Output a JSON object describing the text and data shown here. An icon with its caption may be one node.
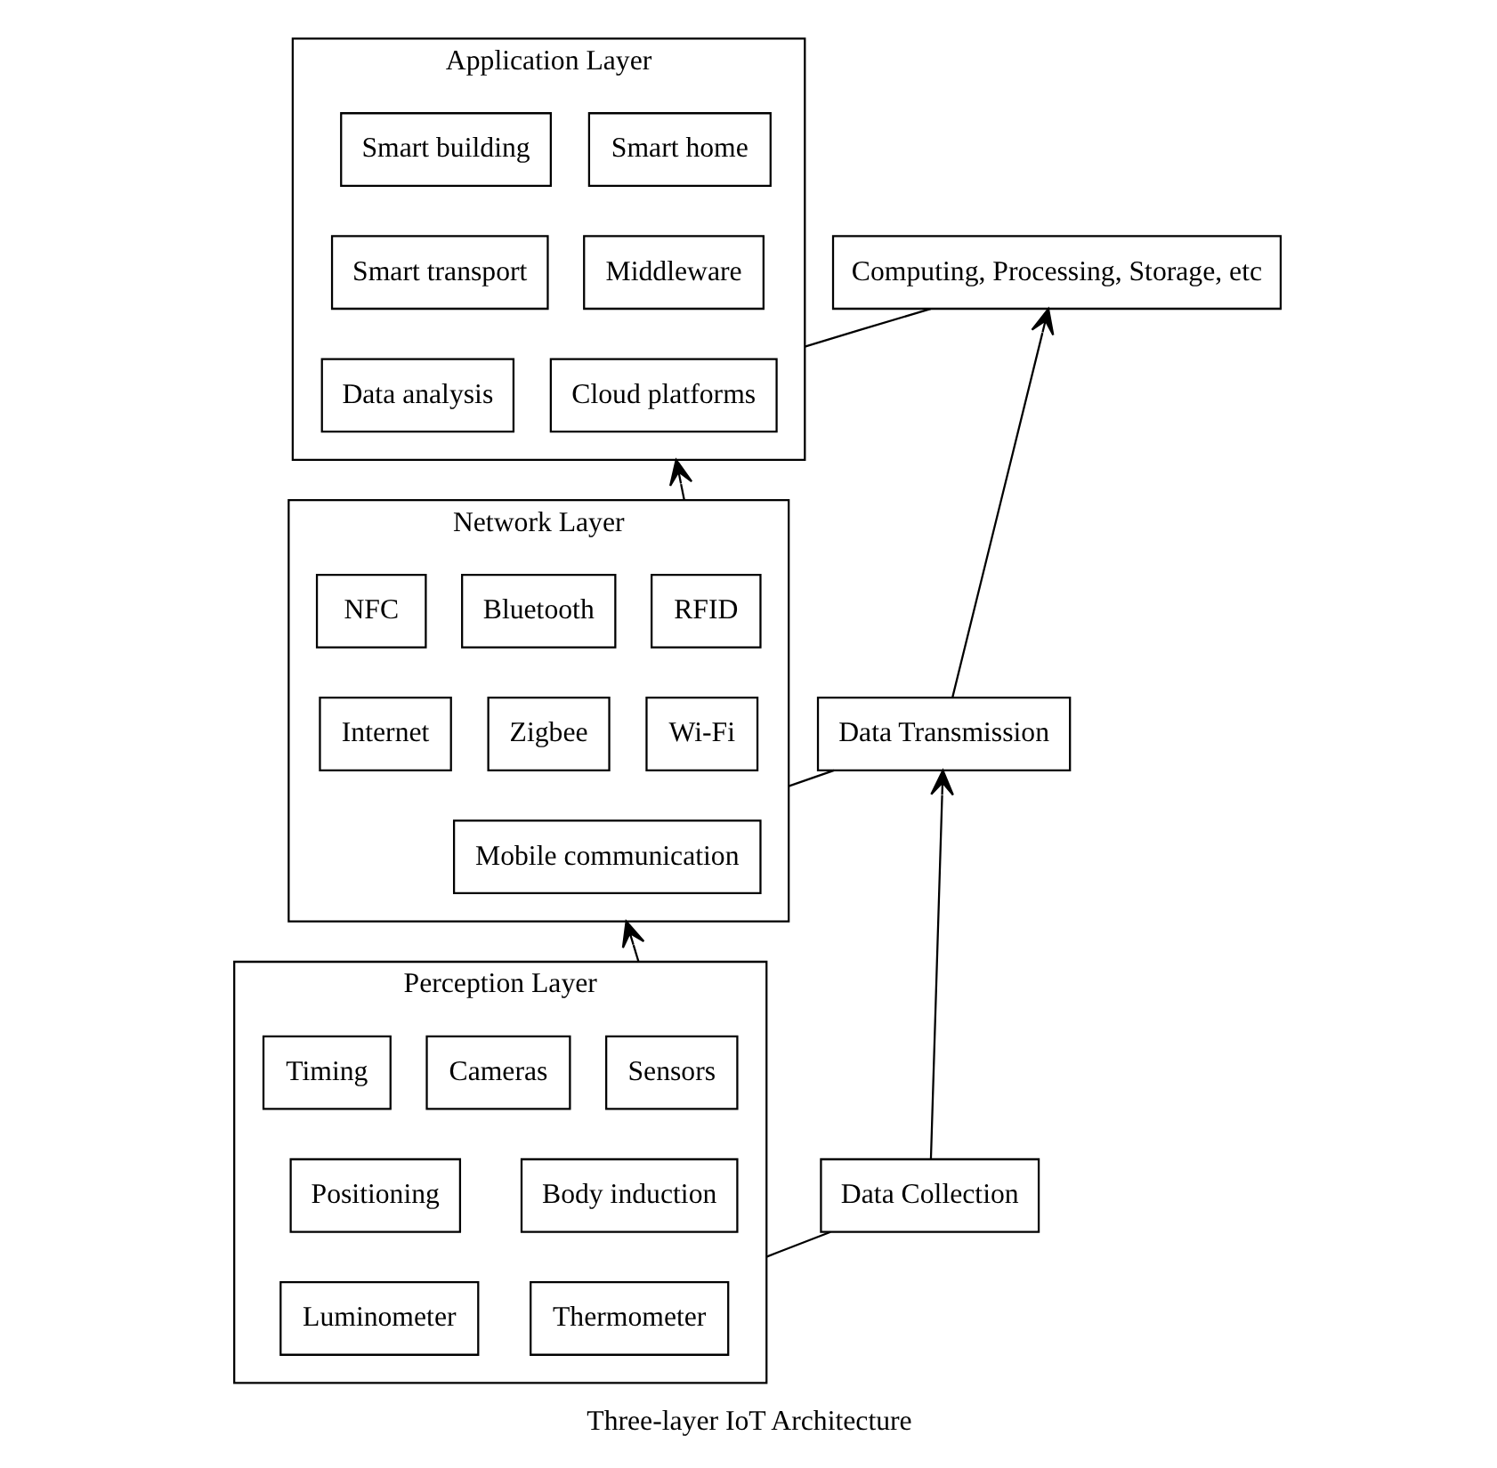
{
  "diagram": {
    "caption": "Three-layer IoT Architecture",
    "nodes": [
      {
        "text": [
          "Application Layer"
        ]
      },
      {
        "text": [
          "Smart home"
        ],
        "in": 0
      },
      {
        "text": [
          "Smart building"
        ],
        "in": 0
      },
      {
        "text": [
          "Middleware"
        ],
        "in": 0
      },
      {
        "text": [
          "Smart transport"
        ],
        "in": 0
      },
      {
        "text": [
          "Cloud platforms"
        ],
        "in": 0
      },
      {
        "text": [
          "Data analysis"
        ],
        "in": 0
      },
      {
        "text": [
          "Network Layer"
        ]
      },
      {
        "text": [
          "RFID"
        ],
        "in": 7
      },
      {
        "text": [
          "Bluetooth"
        ],
        "in": 7
      },
      {
        "text": [
          "NFC"
        ],
        "in": 7
      },
      {
        "text": [
          "Wi-Fi"
        ],
        "in": 7
      },
      {
        "text": [
          "Zigbee"
        ],
        "in": 7
      },
      {
        "text": [
          "Internet"
        ],
        "in": 7
      },
      {
        "text": [
          "Mobile communication"
        ],
        "in": 7
      },
      {
        "text": [
          "Perception Layer"
        ]
      },
      {
        "text": [
          "Sensors"
        ],
        "in": 15
      },
      {
        "text": [
          "Cameras"
        ],
        "in": 15
      },
      {
        "text": [
          "Timing"
        ],
        "in": 15
      },
      {
        "text": [
          "Body induction"
        ],
        "in": 15
      },
      {
        "text": [
          "Positioning"
        ],
        "in": 15
      },
      {
        "text": [
          "Thermometer"
        ],
        "in": 15
      },
      {
        "text": [
          "Luminometer"
        ],
        "in": 15
      },
      {
        "text": [
          "Computing, Processing, Storage, etc"
        ]
      },
      {
        "text": [
          "Data Transmission"
        ]
      },
      {
        "text": [
          "Data Collection"
        ]
      }
    ],
    "edges": [
      {
        "from": 7,
        "to": 0,
        "arrow": "to"
      },
      {
        "from": 15,
        "to": 7,
        "arrow": "to"
      },
      {
        "from": 0,
        "to": 23,
        "arrow": "none"
      },
      {
        "from": 7,
        "to": 24,
        "arrow": "none"
      },
      {
        "from": 15,
        "to": 25,
        "arrow": "none"
      },
      {
        "from": 24,
        "to": 23,
        "arrow": "to"
      },
      {
        "from": 25,
        "to": 24,
        "arrow": "to"
      }
    ]
  }
}
